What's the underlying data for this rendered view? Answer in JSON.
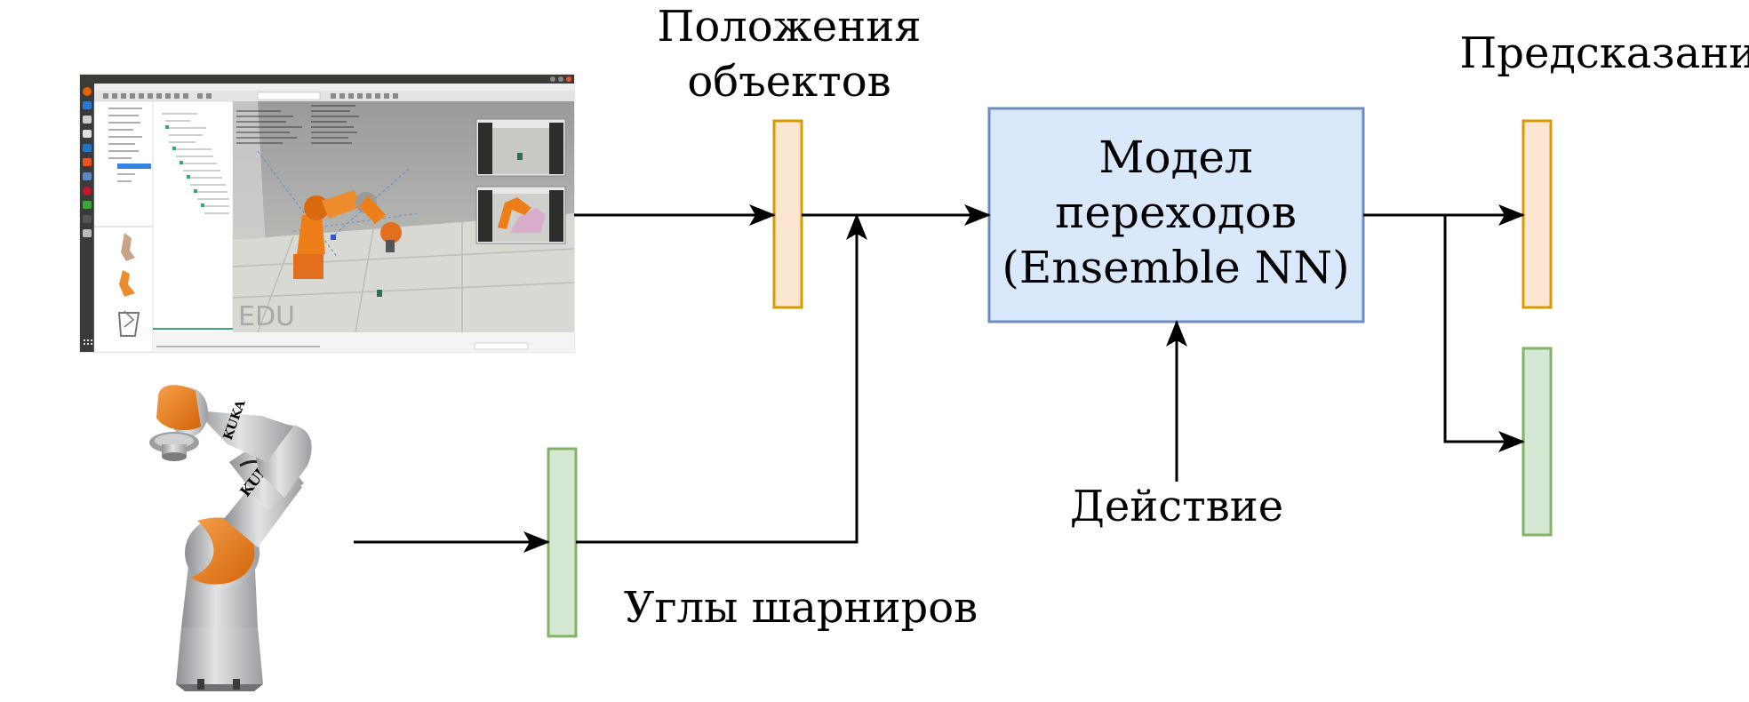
{
  "labels": {
    "object_positions": [
      "Положения",
      "объектов"
    ],
    "joint_angles": "Углы шарниров",
    "action": "Действие",
    "prediction": "Предсказание"
  },
  "model": {
    "lines": [
      "Модел",
      "переходов",
      "(Ensemble NN)"
    ]
  },
  "screenshot_watermark": "EDU",
  "robot_brand": "KUKA",
  "colors": {
    "orange_fill": "#fde6d1",
    "orange_stroke": "#d79b00",
    "green_fill": "#d5e8d4",
    "green_stroke": "#82b366",
    "model_fill": "#dae8fc",
    "model_stroke": "#6c8ebf",
    "robot_orange": "#ee7f18",
    "robot_gray": "#bfc1c3"
  },
  "icons": {
    "simulator": "simulator-screenshot",
    "robot": "robot-arm-icon"
  }
}
